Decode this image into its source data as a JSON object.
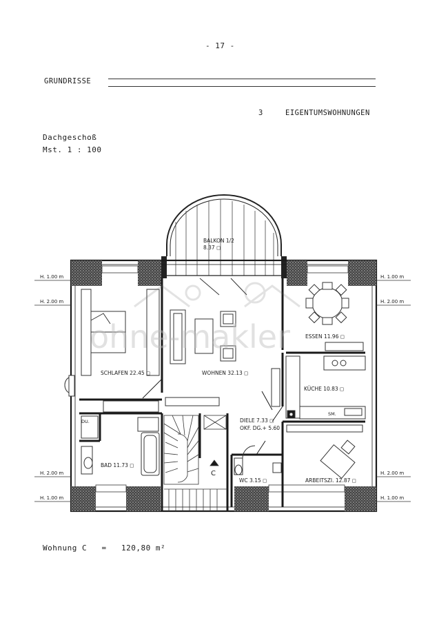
{
  "header": {
    "page_number": "- 17 -",
    "heading": "GRUNDRISSE",
    "units_count": "3",
    "units_label": "EIGENTUMSWOHNUNGEN"
  },
  "floor": {
    "name": "Dachgeschoß",
    "scale": "Mst. 1 : 100"
  },
  "plan": {
    "unit_letter": "C",
    "watermark": "ohne-makler",
    "rooms": {
      "balkon": "BALKON 1/2",
      "balkon_area": "8.37 ◻",
      "schlafen": "SCHLAFEN 22.45 ◻",
      "wohnen": "WOHNEN 32.13 ◻",
      "essen": "ESSEN 11.96 ◻",
      "kueche": "KÜCHE 10.83 ◻",
      "sm": "SM.",
      "du": "DU.",
      "diele": "DIELE 7.33 ◻",
      "okf": "OKF. DG.+ 5.60",
      "bad": "BAD 11.73 ◻",
      "wc": "WC 3.15 ◻",
      "arbeitszi": "ARBEITSZI. 12.87 ◻"
    },
    "heights": {
      "left_top_1": "H. 1.00 m",
      "left_top_2": "H. 2.00 m",
      "left_bottom_2": "H. 2.00 m",
      "left_bottom_1": "H. 1.00 m",
      "right_top_1": "H. 1.00 m",
      "right_top_2": "H. 2.00 m",
      "right_bottom_2": "H. 2.00 m",
      "right_bottom_1": "H. 1.00 m"
    }
  },
  "footer": {
    "area_total": "Wohnung C   =   120,80 m²"
  }
}
